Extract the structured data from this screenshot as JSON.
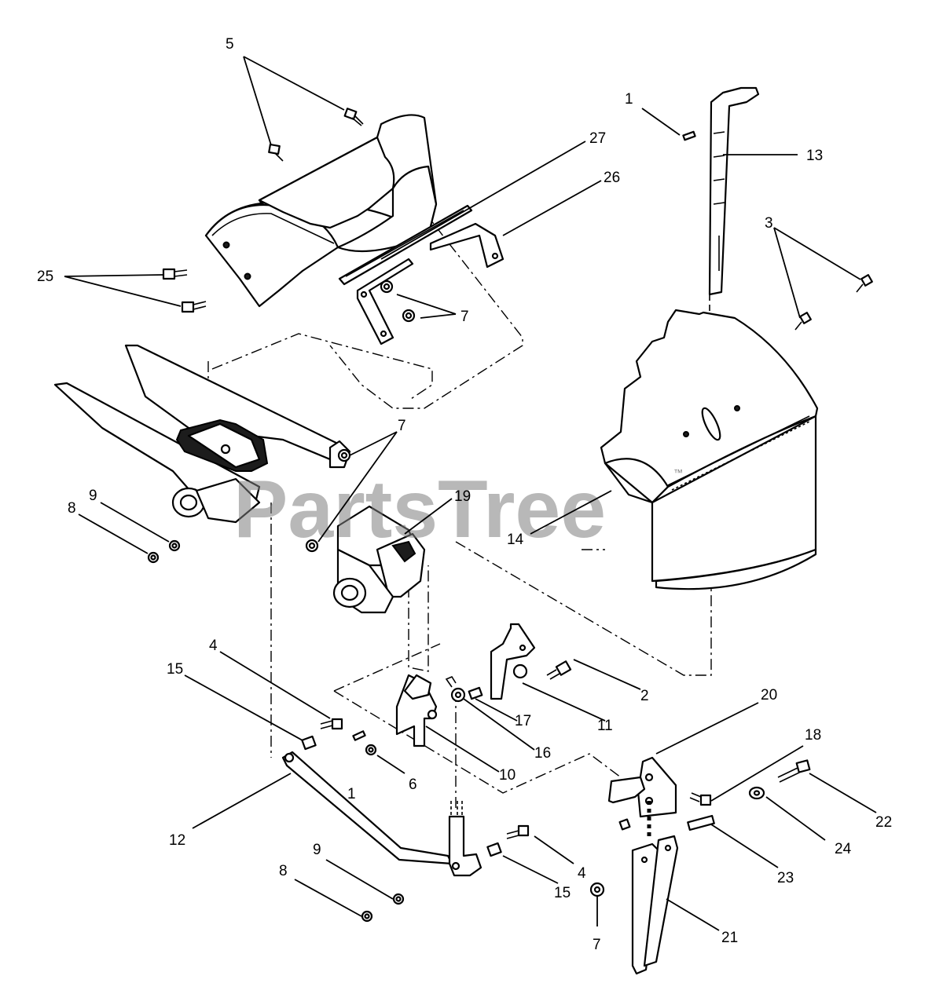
{
  "watermark": {
    "text": "PartsTree",
    "trademark": "™"
  },
  "callouts": {
    "c1a": "1",
    "c13": "13",
    "c5": "5",
    "c27": "27",
    "c26": "26",
    "c3": "3",
    "c25": "25",
    "c7a": "7",
    "c7b": "7",
    "c9a": "9",
    "c8a": "8",
    "c19": "19",
    "c14": "14",
    "c4a": "4",
    "c15a": "15",
    "c2": "2",
    "c17": "17",
    "c11": "11",
    "c16": "16",
    "c20": "20",
    "c18": "18",
    "c1b": "1",
    "c6": "6",
    "c10": "10",
    "c12": "12",
    "c22": "22",
    "c24": "24",
    "c9b": "9",
    "c4b": "4",
    "c23": "23",
    "c8b": "8",
    "c15b": "15",
    "c7c": "7",
    "c21": "21"
  }
}
